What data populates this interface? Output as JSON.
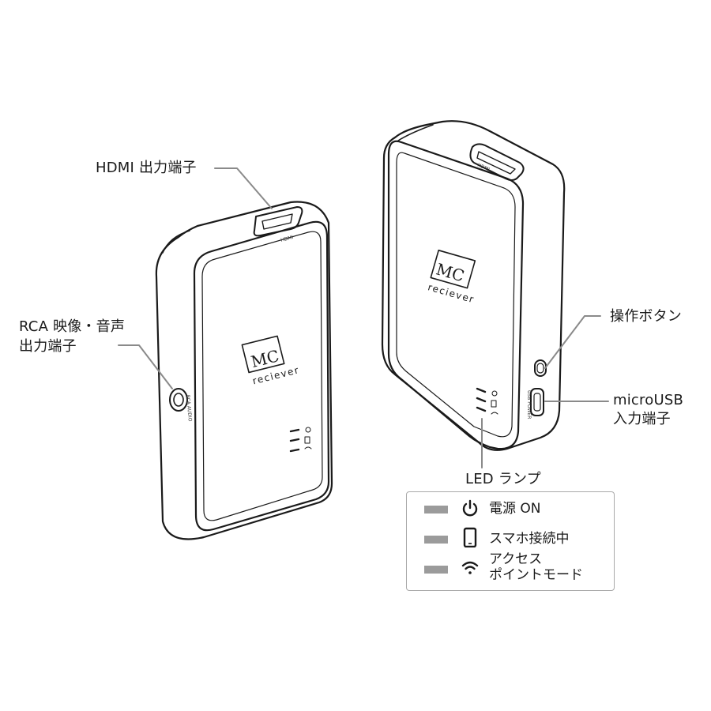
{
  "labels": {
    "hdmi": "HDMI 出力端子",
    "rca_line1": "RCA 映像・音声",
    "rca_line2": "出力端子",
    "button": "操作ボタン",
    "microusb_line1": "microUSB",
    "microusb_line2": "入力端子",
    "led": "LED ランプ"
  },
  "device": {
    "logo_mark": "MC",
    "logo_text": "reciever",
    "port_hdmi": "HDMI",
    "port_rca": "RCA AUDIO",
    "port_usb": "USB POWER"
  },
  "legend": {
    "items": [
      {
        "icon": "power-icon",
        "text": "電源 ON"
      },
      {
        "icon": "smartphone-icon",
        "text": "スマホ接続中"
      },
      {
        "icon": "wifi-icon",
        "text_line1": "アクセス",
        "text_line2": "ポイントモード"
      }
    ],
    "bar_color": "#9b9b9b"
  }
}
